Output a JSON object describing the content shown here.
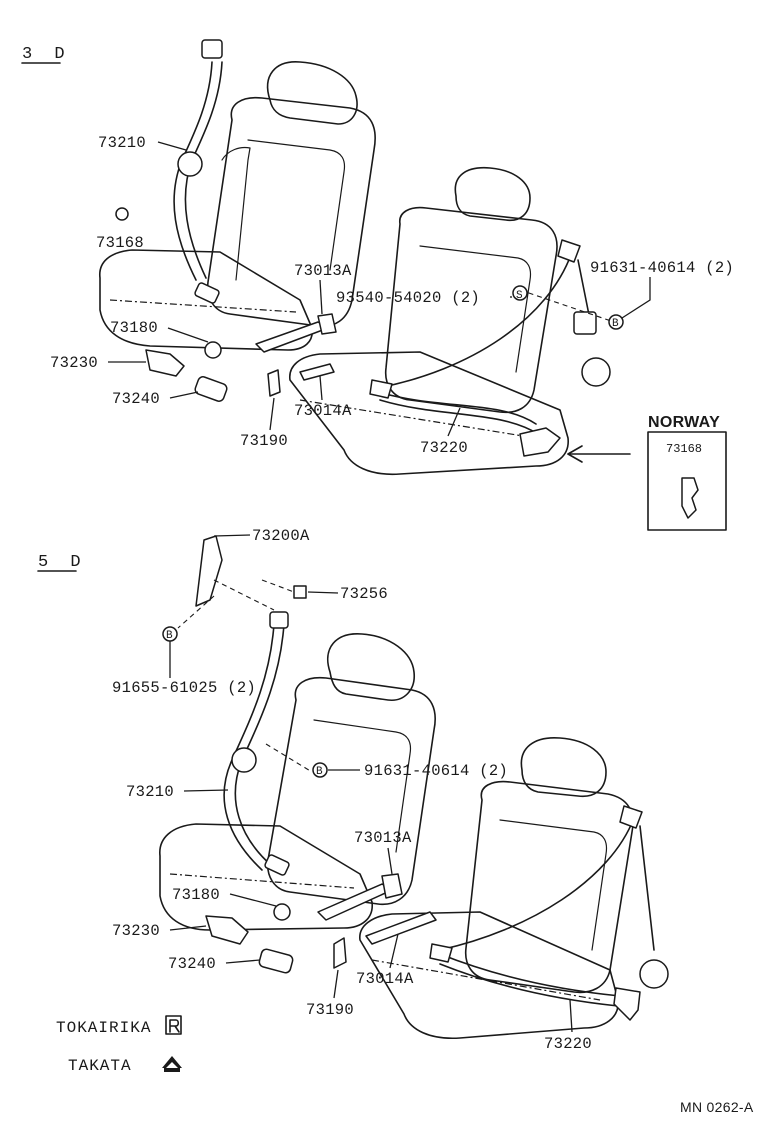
{
  "sections": {
    "three_door": "3 D",
    "five_door": "5 D"
  },
  "labels_3d": {
    "l73210": "73210",
    "l73168": "73168",
    "l73013A": "73013A",
    "l93540": "93540-54020 (2)",
    "l91631": "91631-40614 (2)",
    "l73180": "73180",
    "l73230": "73230",
    "l73240": "73240",
    "l73014A": "73014A",
    "l73190": "73190",
    "l73220": "73220"
  },
  "norway": {
    "title": "NORWAY",
    "part": "73168"
  },
  "labels_5d": {
    "l73200A": "73200A",
    "l73256": "73256",
    "l91655": "91655-61025 (2)",
    "l91631": "91631-40614 (2)",
    "l73210": "73210",
    "l73013A": "73013A",
    "l73180": "73180",
    "l73230": "73230",
    "l73240": "73240",
    "l73014A": "73014A",
    "l73190": "73190",
    "l73220": "73220"
  },
  "markers": {
    "s": "S",
    "b": "B"
  },
  "brands": {
    "tokairika": "TOKAIRIKA",
    "takata": "TAKATA"
  },
  "diagram_code": "MN 0262-A"
}
